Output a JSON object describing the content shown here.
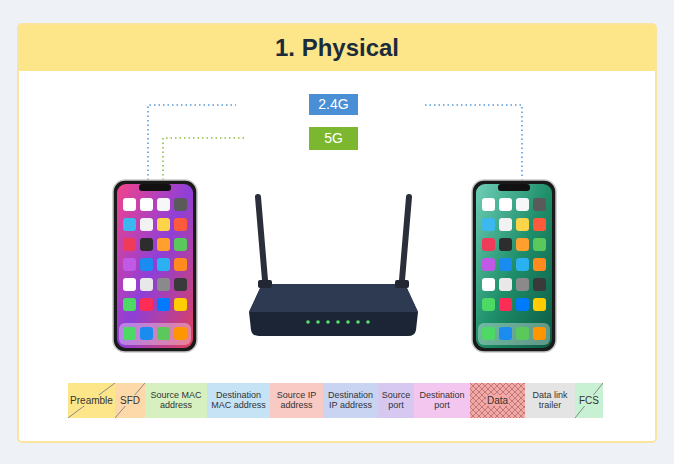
{
  "diagram": {
    "title": "1. Physical",
    "nodes": [
      {
        "text": [
          "2.4G"
        ]
      },
      {
        "text": [
          "5G"
        ]
      },
      {
        "text": [
          "Preamble"
        ]
      },
      {
        "text": [
          "SFD"
        ]
      },
      {
        "text": [
          "Source MAC address"
        ]
      },
      {
        "text": [
          "Destination MAC address"
        ]
      },
      {
        "text": [
          "Source IP address"
        ]
      },
      {
        "text": [
          "Destination IP address"
        ]
      },
      {
        "text": [
          "Source port"
        ]
      },
      {
        "text": [
          "Destination port"
        ]
      },
      {
        "text": [
          "Data"
        ]
      },
      {
        "text": [
          "Data link trailer"
        ]
      },
      {
        "text": [
          "FCS"
        ]
      }
    ]
  }
}
